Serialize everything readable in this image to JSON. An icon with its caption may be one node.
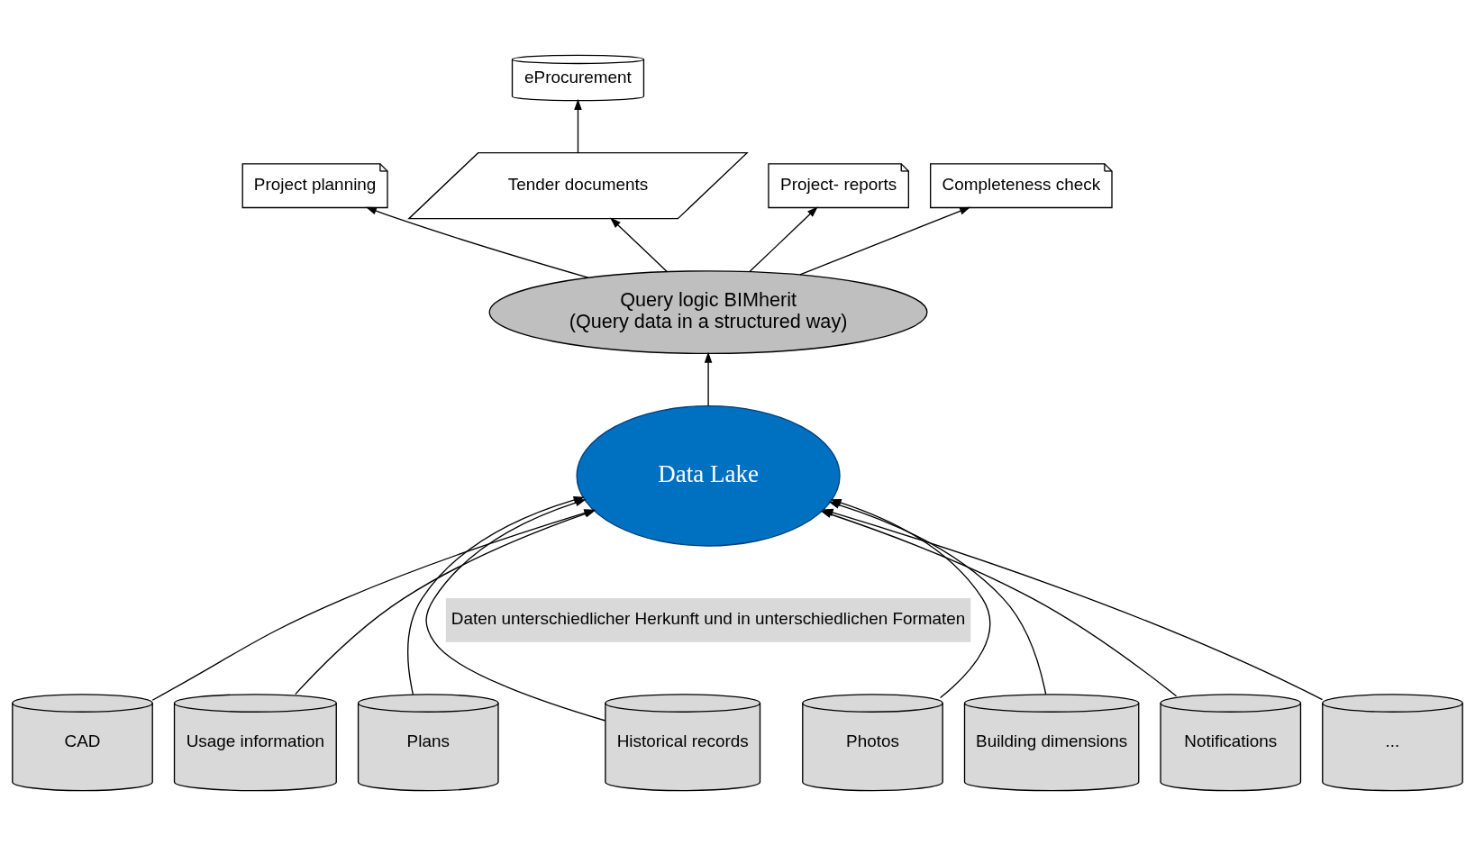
{
  "diagram": {
    "nodes": [
      {
        "text": [
          "eProcurement"
        ]
      },
      {
        "text": [
          "Project planning"
        ]
      },
      {
        "text": [
          "Tender documents"
        ]
      },
      {
        "text": [
          "Project- reports"
        ]
      },
      {
        "text": [
          "Completeness check"
        ]
      },
      {
        "text": [
          "Query logic BIMherit",
          "(Query data in a structured way)"
        ]
      },
      {
        "text": [
          "Data Lake"
        ]
      },
      {
        "text": [
          "CAD"
        ]
      },
      {
        "text": [
          "Usage information"
        ]
      },
      {
        "text": [
          "Plans"
        ]
      },
      {
        "text": [
          "Historical records"
        ]
      },
      {
        "text": [
          "Photos"
        ]
      },
      {
        "text": [
          "Building dimensions"
        ]
      },
      {
        "text": [
          "Notifications"
        ]
      },
      {
        "text": [
          "..."
        ]
      }
    ],
    "edges": [
      {
        "from": 2,
        "to": 0,
        "arrow": "to"
      },
      {
        "from": 5,
        "to": 1,
        "arrow": "to"
      },
      {
        "from": 5,
        "to": 2,
        "arrow": "to"
      },
      {
        "from": 5,
        "to": 3,
        "arrow": "to"
      },
      {
        "from": 5,
        "to": 4,
        "arrow": "to"
      },
      {
        "from": 6,
        "to": 5,
        "arrow": "to"
      },
      {
        "from": 7,
        "to": 6,
        "arrow": "to"
      },
      {
        "from": 8,
        "to": 6,
        "arrow": "to"
      },
      {
        "from": 9,
        "to": 6,
        "arrow": "to"
      },
      {
        "from": 10,
        "to": 6,
        "arrow": "to"
      },
      {
        "from": 11,
        "to": 6,
        "arrow": "to"
      },
      {
        "from": 12,
        "to": 6,
        "arrow": "to"
      },
      {
        "from": 13,
        "to": 6,
        "arrow": "to"
      },
      {
        "from": 14,
        "to": 6,
        "arrow": "to"
      }
    ],
    "labels": [
      "Daten unterschiedlicher Herkunft und in unterschiedlichen Formaten"
    ]
  }
}
